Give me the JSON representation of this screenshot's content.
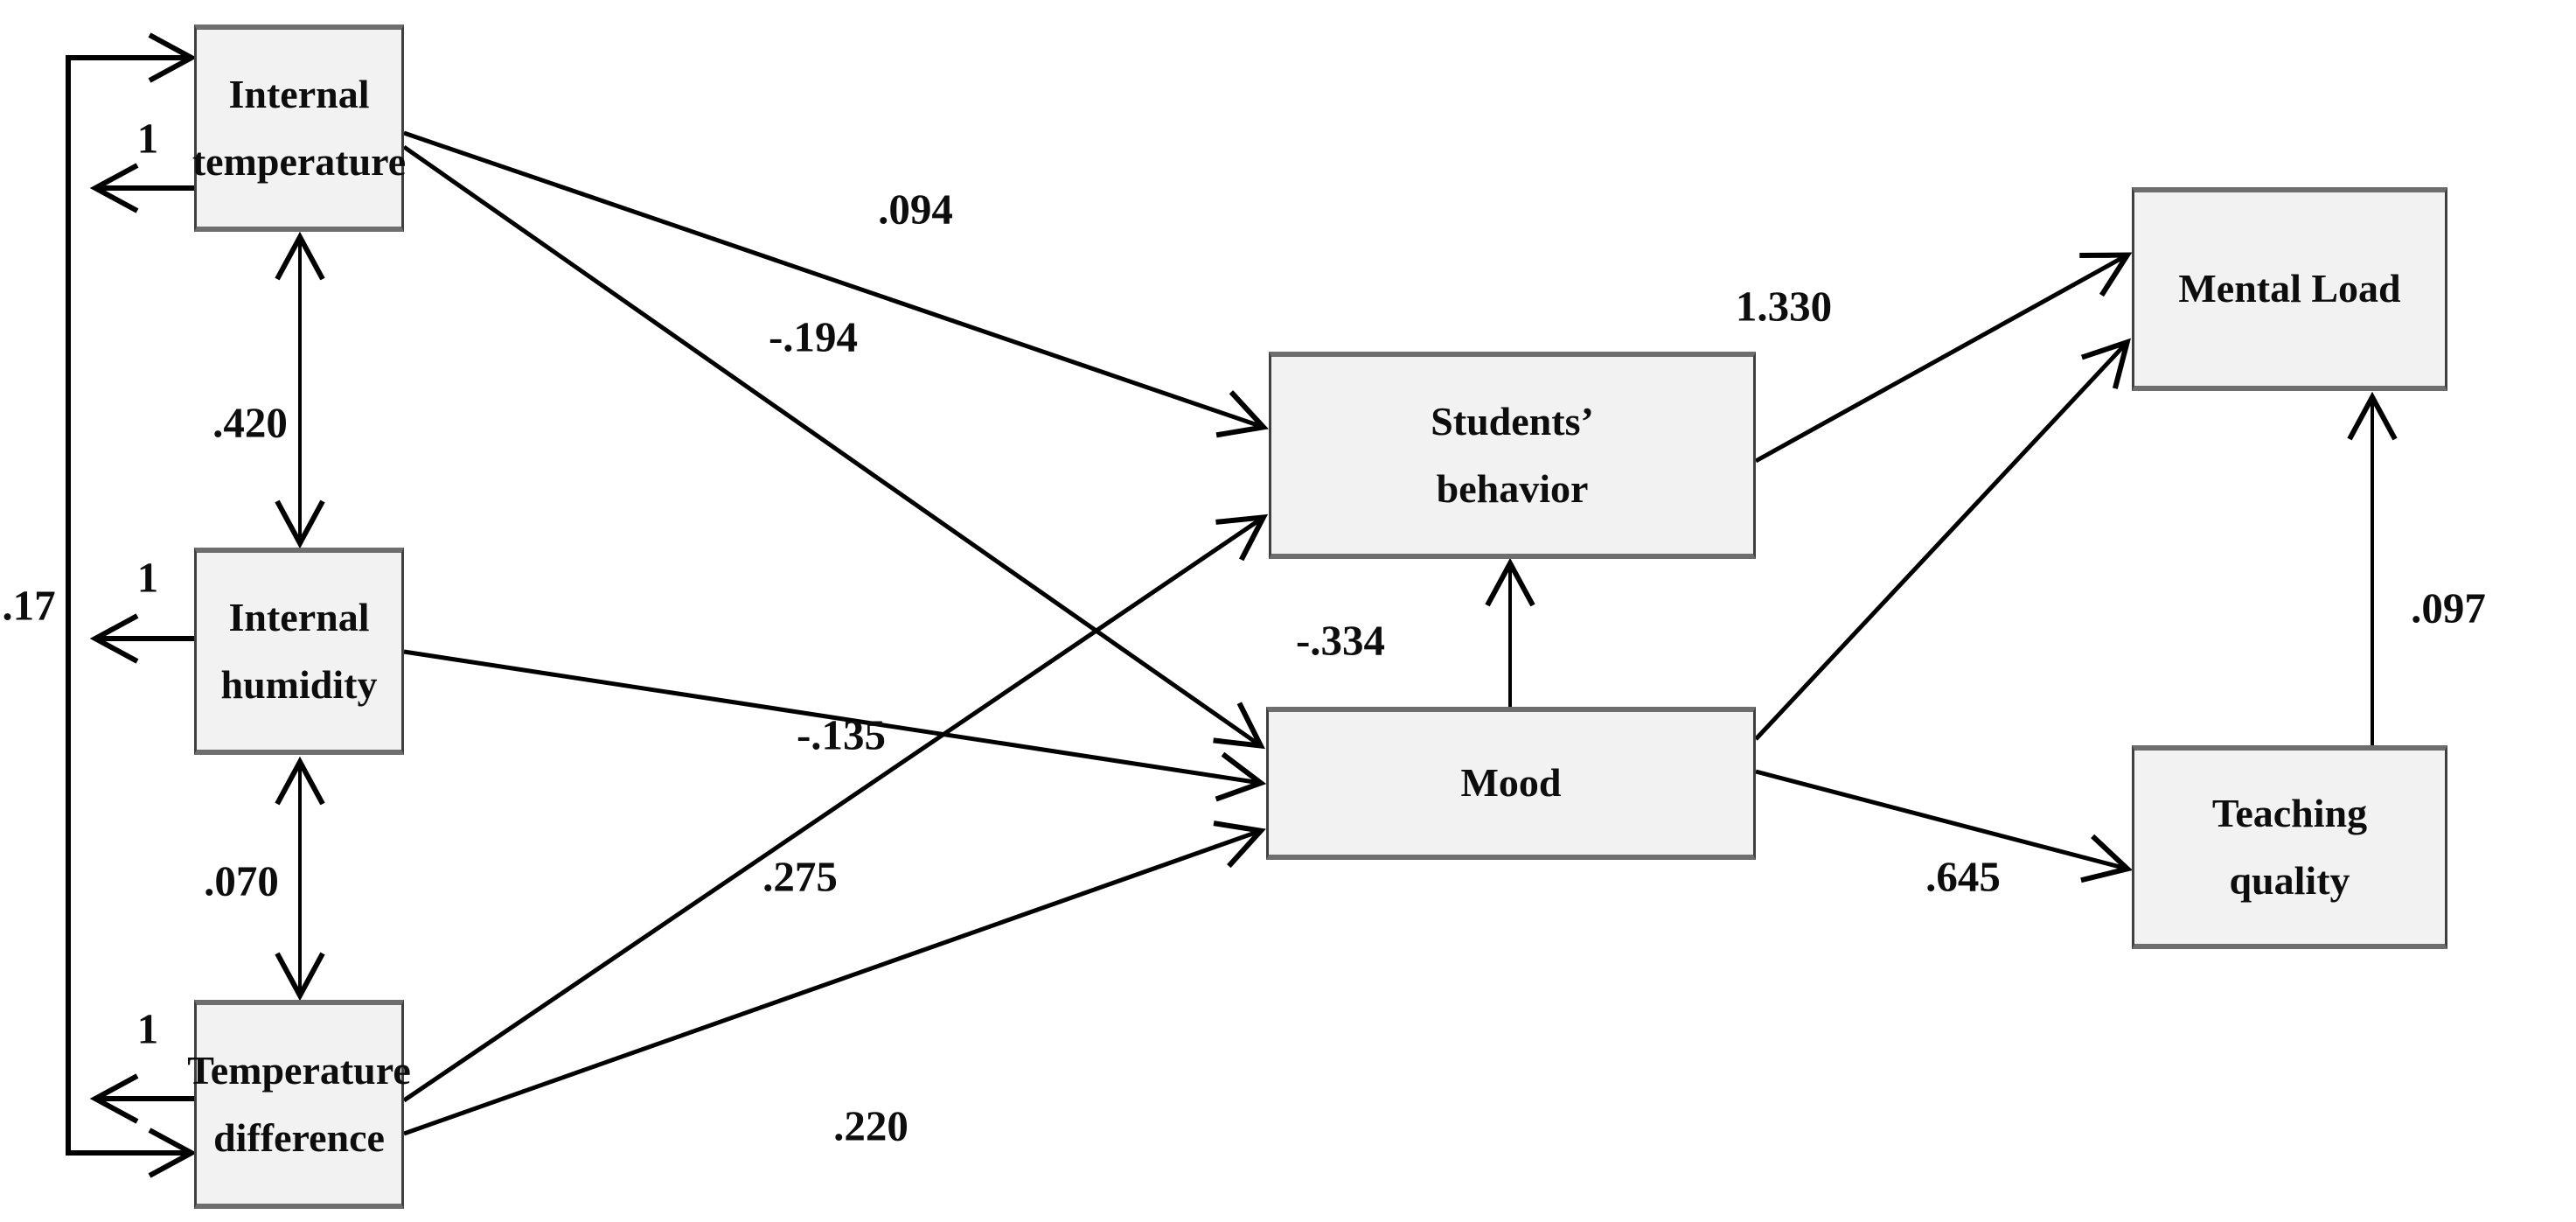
{
  "figure": {
    "type": "sem-path-diagram",
    "background": "#ffffff",
    "box_fill": "#f2f2f2",
    "box_border": "#3f3f3f",
    "line_color": "#000000",
    "nodes": [
      {
        "id": "internal-temperature",
        "line1": "Internal",
        "line2": "temperature"
      },
      {
        "id": "internal-humidity",
        "line1": "Internal",
        "line2": "humidity"
      },
      {
        "id": "temperature-difference",
        "line1": "Temperature",
        "line2": "difference"
      },
      {
        "id": "students-behavior",
        "line1": "Students’",
        "line2": "behavior"
      },
      {
        "id": "mood",
        "line1": "Mood",
        "line2": ""
      },
      {
        "id": "mental-load",
        "line1": "Mental Load",
        "line2": ""
      },
      {
        "id": "teaching-quality",
        "line1": "Teaching",
        "line2": "quality"
      }
    ],
    "edges": [
      {
        "from": "internal-temperature",
        "to": "students-behavior",
        "label": ".094",
        "type": "directed"
      },
      {
        "from": "internal-temperature",
        "to": "mood",
        "label": "-.194",
        "type": "directed"
      },
      {
        "from": "internal-humidity",
        "to": "mood",
        "label": "-.135",
        "type": "directed"
      },
      {
        "from": "temperature-difference",
        "to": "students-behavior",
        "label": ".275",
        "type": "directed"
      },
      {
        "from": "temperature-difference",
        "to": "mood",
        "label": ".220",
        "type": "directed"
      },
      {
        "from": "mood",
        "to": "students-behavior",
        "label": "-.334",
        "type": "directed"
      },
      {
        "from": "students-behavior",
        "to": "mental-load",
        "label": "1.330",
        "type": "directed"
      },
      {
        "from": "mood",
        "to": "mental-load",
        "label": "",
        "type": "directed"
      },
      {
        "from": "mood",
        "to": "teaching-quality",
        "label": ".645",
        "type": "directed"
      },
      {
        "from": "teaching-quality",
        "to": "mental-load",
        "label": ".097",
        "type": "directed"
      },
      {
        "from": "internal-temperature",
        "to": "internal-humidity",
        "label": ".420",
        "type": "covariance"
      },
      {
        "from": "internal-humidity",
        "to": "temperature-difference",
        "label": ".070",
        "type": "covariance"
      },
      {
        "from": "internal-temperature",
        "to": "temperature-difference",
        "label": ".17",
        "type": "covariance"
      },
      {
        "from": "internal-temperature",
        "to": "error",
        "label": "1",
        "type": "residual"
      },
      {
        "from": "internal-humidity",
        "to": "error",
        "label": "1",
        "type": "residual"
      },
      {
        "from": "temperature-difference",
        "to": "error",
        "label": "1",
        "type": "residual"
      }
    ]
  }
}
